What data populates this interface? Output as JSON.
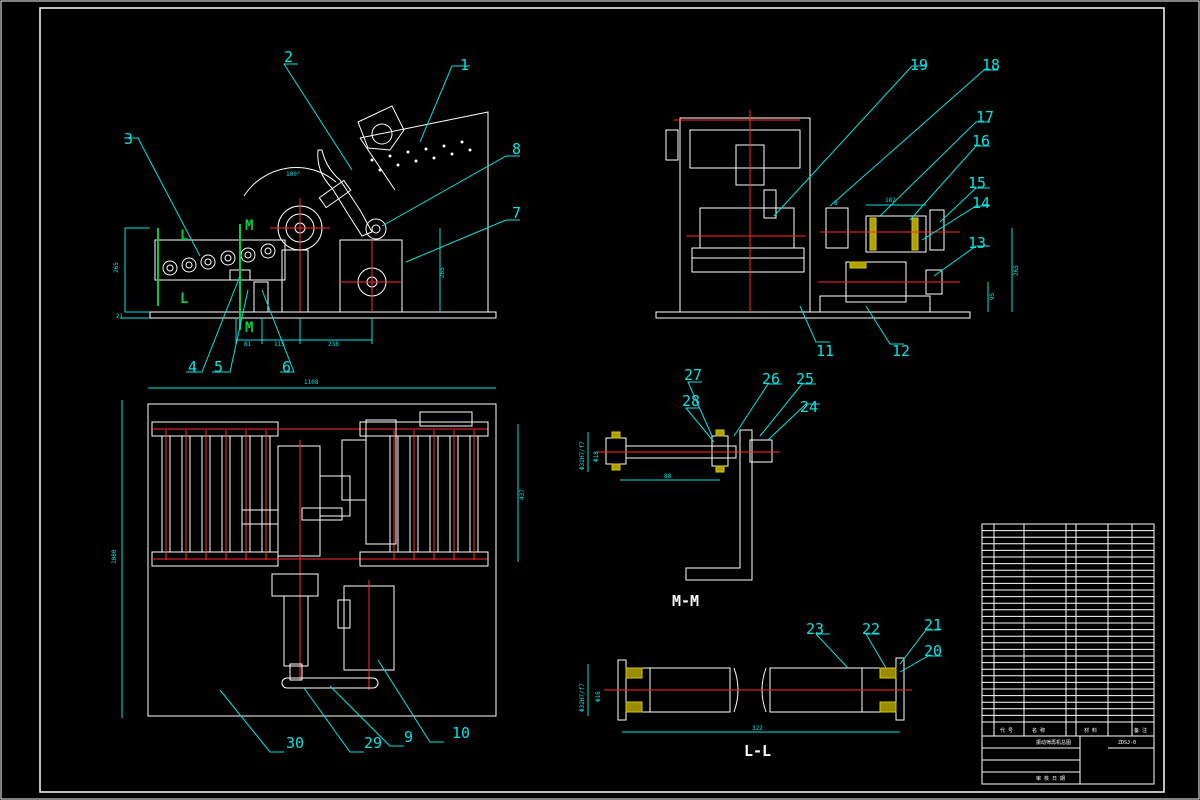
{
  "part_labels": [
    "1",
    "2",
    "3",
    "4",
    "5",
    "6",
    "7",
    "8",
    "9",
    "10",
    "11",
    "12",
    "13",
    "14",
    "15",
    "16",
    "17",
    "18",
    "19",
    "20",
    "21",
    "22",
    "23",
    "24",
    "25",
    "26",
    "27",
    "28",
    "29",
    "30"
  ],
  "section_labels": {
    "L_top": "L",
    "L_bottom": "L",
    "M_top": "M",
    "M_bottom": "M",
    "mm_view": "M-M",
    "ll_view": "L-L"
  },
  "dimensions": {
    "angle": "100°",
    "front_height_left": "265",
    "front_height_right": "265",
    "front_base": "21",
    "front_b1": "81",
    "front_b2": "115",
    "front_b3": "238",
    "side_w": "182",
    "side_h": "265",
    "side_h2": "95",
    "side_d": "8",
    "plan_width": "1108",
    "plan_height": "1080",
    "plan_right": "437",
    "mm_len": "88",
    "mm_d1": "Φ32H7/f7",
    "mm_d2": "Φ18",
    "ll_len": "322",
    "ll_d1": "Φ32H7/f7",
    "ll_d2": "Φ16"
  },
  "title_block": {
    "header_code": "代 号",
    "header_name": "名 称",
    "header_material": "材 料",
    "header_note": "备 注",
    "drawing_title": "振动筛再机总图",
    "drawing_no": "ZDSJ-0",
    "sign_row": "审 核 日 期"
  },
  "colors": {
    "background": "#000000",
    "frame": "#ffffff",
    "leader": "#00e5e5",
    "centerline": "#ff2a2a",
    "section_letter_green": "#00cc44",
    "bearing": "#d8c800"
  }
}
